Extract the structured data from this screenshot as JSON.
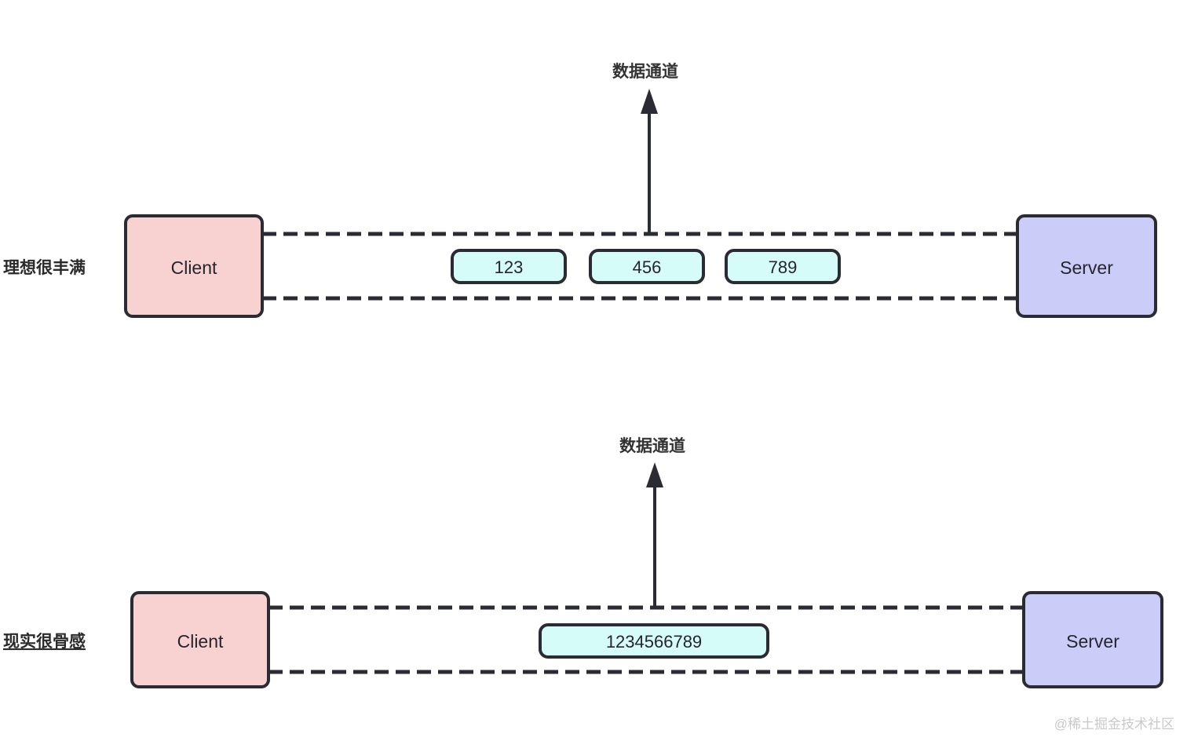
{
  "diagram": {
    "title_watermark": "@稀土掘金技术社区",
    "colors": {
      "client_fill": "#f8d1d1",
      "server_fill": "#ccccf8",
      "packet_fill": "#d6fcfa",
      "stroke": "#2b2b33",
      "text": "#25252d",
      "label_text": "#2a2a2a",
      "watermark": "#c9c9c9",
      "background": "#ffffff"
    },
    "rows": [
      {
        "id": "ideal",
        "row_label": "理想很丰满",
        "row_label_underlined": false,
        "channel_label": "数据通道",
        "client_label": "Client",
        "server_label": "Server",
        "packets": [
          "123",
          "456",
          "789"
        ]
      },
      {
        "id": "reality",
        "row_label": "现实很骨感",
        "row_label_underlined": true,
        "channel_label": "数据通道",
        "client_label": "Client",
        "server_label": "Server",
        "packets": [
          "1234566789"
        ]
      }
    ]
  }
}
